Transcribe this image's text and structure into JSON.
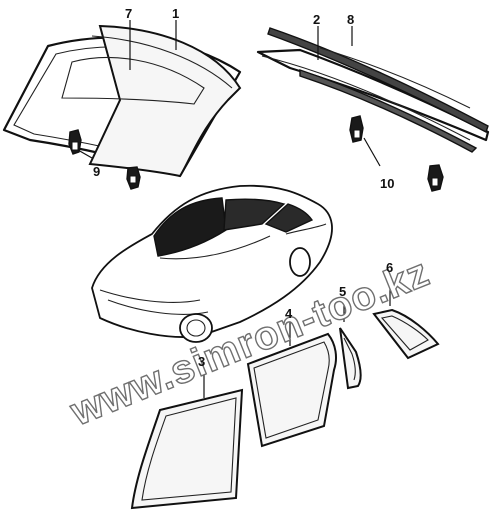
{
  "labels": {
    "n1": "1",
    "n2": "2",
    "n3": "3",
    "n4": "4",
    "n5": "5",
    "n6": "6",
    "n7": "7",
    "n8": "8",
    "n9": "9",
    "n10": "10"
  },
  "watermark": "www.simron-too.kz",
  "colors": {
    "ink": "#111111",
    "watermark_outline": "#6f6f6f"
  }
}
